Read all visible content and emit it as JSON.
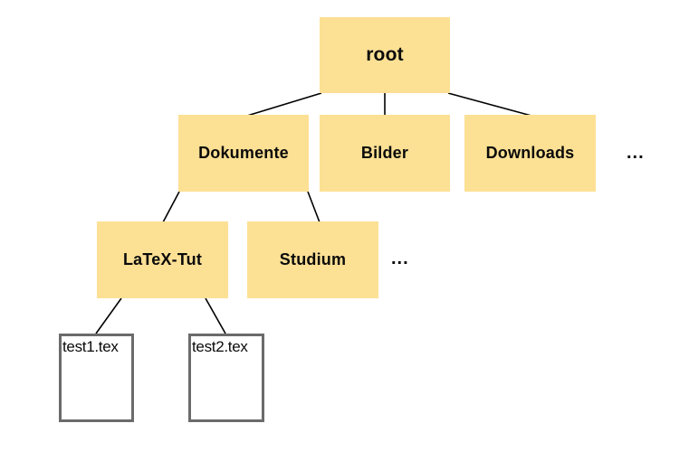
{
  "diagram": {
    "type": "tree",
    "background": "#ffffff",
    "colors": {
      "folder_fill": "#FCE094",
      "file_border": "#6b6b6b",
      "edge": "#000000",
      "text": "#0a0a0a"
    },
    "nodes": {
      "root": {
        "label": "root",
        "kind": "folder"
      },
      "dokumente": {
        "label": "Dokumente",
        "kind": "folder"
      },
      "bilder": {
        "label": "Bilder",
        "kind": "folder"
      },
      "downloads": {
        "label": "Downloads",
        "kind": "folder"
      },
      "latextut": {
        "label": "LaTeX-Tut",
        "kind": "folder"
      },
      "studium": {
        "label": "Studium",
        "kind": "folder"
      },
      "test1": {
        "label": "test1.tex",
        "kind": "file"
      },
      "test2": {
        "label": "test2.tex",
        "kind": "file"
      },
      "ellipsis_level2": {
        "label": "...",
        "kind": "ellipsis"
      },
      "ellipsis_level3": {
        "label": "...",
        "kind": "ellipsis"
      }
    },
    "hierarchy": {
      "root": [
        "Dokumente",
        "Bilder",
        "Downloads",
        "..."
      ],
      "Dokumente": [
        "LaTeX-Tut",
        "Studium",
        "..."
      ],
      "LaTeX-Tut": [
        "test1.tex",
        "test2.tex"
      ]
    }
  }
}
